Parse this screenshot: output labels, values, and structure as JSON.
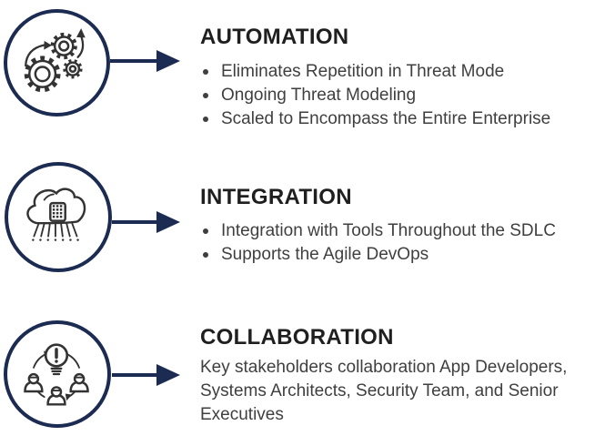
{
  "theme": {
    "navy": "#1b2b52",
    "icon-stroke": "#333333",
    "title-color": "#1f1f1f",
    "body-color": "#3f3f3f",
    "background": "#ffffff"
  },
  "sections": [
    {
      "id": "automation",
      "title": "AUTOMATION",
      "icon": "gears-automation-icon",
      "bullets": [
        "Eliminates Repetition in Threat Mode",
        "Ongoing Threat Modeling",
        "Scaled to Encompass the Entire Enterprise"
      ]
    },
    {
      "id": "integration",
      "title": "INTEGRATION",
      "icon": "cloud-integration-icon",
      "bullets": [
        "Integration with Tools Throughout the SDLC",
        "Supports the Agile DevOps"
      ]
    },
    {
      "id": "collaboration",
      "title": "COLLABORATION",
      "icon": "team-collaboration-icon",
      "paragraph": "Key stakeholders collaboration App Developers, Systems Architects, Security Team, and Senior Executives"
    }
  ]
}
